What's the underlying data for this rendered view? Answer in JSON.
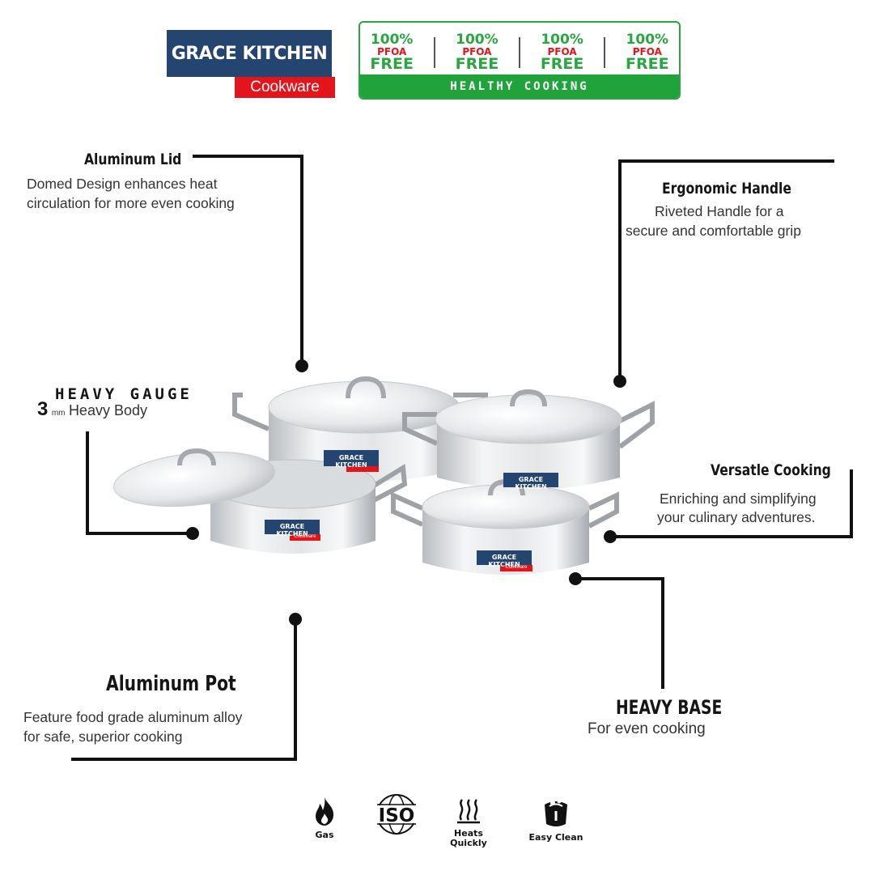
{
  "brand": {
    "name": "GRACE KITCHEN",
    "sub": "Cookware"
  },
  "badge": {
    "items": [
      {
        "pct": "100%",
        "pfoa": "PFOA",
        "free": "FREE"
      },
      {
        "pct": "100%",
        "pfoa": "PFOA",
        "free": "FREE"
      },
      {
        "pct": "100%",
        "pfoa": "PFOA",
        "free": "FREE"
      },
      {
        "pct": "100%",
        "pfoa": "PFOA",
        "free": "FREE"
      }
    ],
    "footer": "HEALTHY COOKING"
  },
  "features": {
    "lid": {
      "title": "Aluminum Lid",
      "line1": "Domed Design enhances heat",
      "line2": "circulation for more even cooking"
    },
    "handle": {
      "title": "Ergonomic Handle",
      "line1": "Riveted  Handle for a",
      "line2": "secure and comfortable grip"
    },
    "gauge": {
      "title": "HEAVY GAUGE",
      "number": "3",
      "unit": "mm",
      "body": "Heavy Body"
    },
    "versatile": {
      "title": "Versatle Cooking",
      "line1": "Enriching and simplifying",
      "line2": "your culinary adventures."
    },
    "pot": {
      "title": "Aluminum Pot",
      "line1": "Feature food grade aluminum alloy",
      "line2": "for safe, superior cooking"
    },
    "base": {
      "title": "HEAVY BASE",
      "line1": "For even cooking"
    }
  },
  "pot_label": {
    "name": "GRACE KITCHEN",
    "sub": "Cookware"
  },
  "icons": [
    {
      "name": "flame-icon",
      "label": "Gas"
    },
    {
      "name": "iso-icon",
      "label": "ISO"
    },
    {
      "name": "steam-icon",
      "label": "Heats",
      "label2": "Quickly"
    },
    {
      "name": "easy-clean-icon",
      "label": "Easy Clean"
    }
  ],
  "colors": {
    "navy": "#24456f",
    "red": "#e3141a",
    "green": "#2aa640"
  }
}
